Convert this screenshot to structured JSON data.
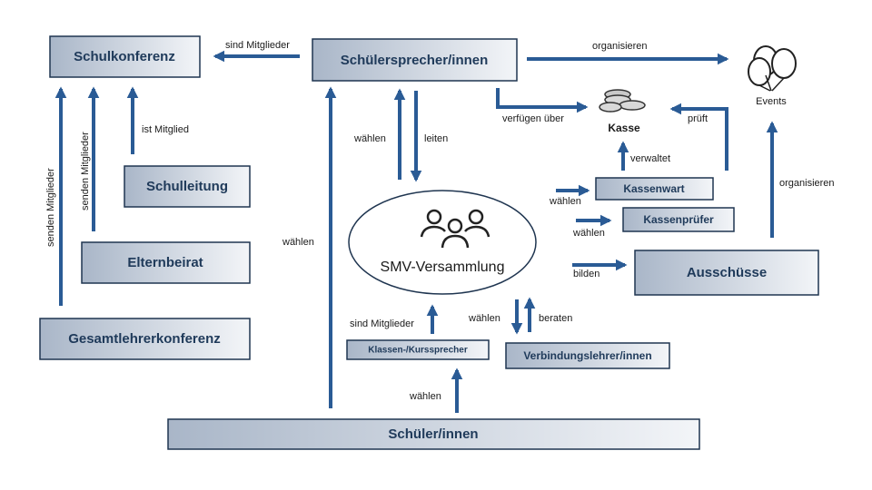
{
  "boxes": {
    "schulkonferenz": "Schulkonferenz",
    "schuelersprecher": "Schülersprecher/innen",
    "schulleitung": "Schulleitung",
    "elternbeirat": "Elternbeirat",
    "gesamtlehrerkonferenz": "Gesamtlehrerkonferenz",
    "smv": "SMV-Versammlung",
    "kassenwart": "Kassenwart",
    "kassenpruefer": "Kassenprüfer",
    "ausschuesse": "Ausschüsse",
    "klassensprecher": "Klassen-/Kurssprecher",
    "verbindungslehrer": "Verbindungslehrer/innen",
    "schueler": "Schüler/innen",
    "kasse": "Kasse",
    "events": "Events"
  },
  "labels": {
    "sind_mitglieder_top": "sind Mitglieder",
    "organisieren_top": "organisieren",
    "senden_mitglieder_1": "senden Mitglieder",
    "senden_mitglieder_2": "senden Mitglieder",
    "ist_mitglied": "ist Mitglied",
    "waehlen_left": "wählen",
    "waehlen_center": "wählen",
    "leiten": "leiten",
    "verfuegen_ueber": "verfügen über",
    "pruefit": "prüft",
    "verwaltet": "verwaltet",
    "waehlen_kassenwart": "wählen",
    "waehlen_kassenpruefer": "wählen",
    "bilden": "bilden",
    "organisieren_right": "organisieren",
    "sind_mitglieder_bottom": "sind Mitglieder",
    "waehlen_verbindung": "wählen",
    "beraten": "beraten",
    "waehlen_bottom": "wählen"
  },
  "colors": {
    "arrow": "#2a5b95",
    "box_dark": "#a9b6c8",
    "box_light": "#f3f5f8",
    "text": "#1f3a5a"
  }
}
